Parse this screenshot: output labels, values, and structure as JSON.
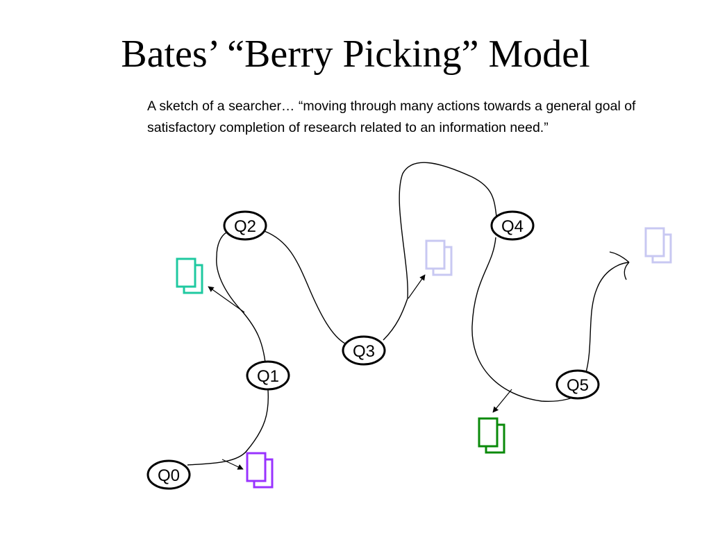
{
  "slide": {
    "title": "Bates’ “Berry Picking” Model",
    "caption": "A sketch of a searcher… “moving through many actions towards a general goal of satisfactory completion of research related to an information need.”"
  },
  "diagram": {
    "nodes": [
      {
        "id": "Q0",
        "label": "Q0"
      },
      {
        "id": "Q1",
        "label": "Q1"
      },
      {
        "id": "Q2",
        "label": "Q2"
      },
      {
        "id": "Q3",
        "label": "Q3"
      },
      {
        "id": "Q4",
        "label": "Q4"
      },
      {
        "id": "Q5",
        "label": "Q5"
      }
    ],
    "documents": [
      {
        "id": "doc-near-q0",
        "color": "#9933ff"
      },
      {
        "id": "doc-near-q2",
        "color": "#1fc9a0"
      },
      {
        "id": "doc-near-q3",
        "color": "#c8c8f2"
      },
      {
        "id": "doc-near-q5",
        "color": "#0a8a0a"
      },
      {
        "id": "doc-final",
        "color": "#c8c8f2"
      }
    ]
  }
}
